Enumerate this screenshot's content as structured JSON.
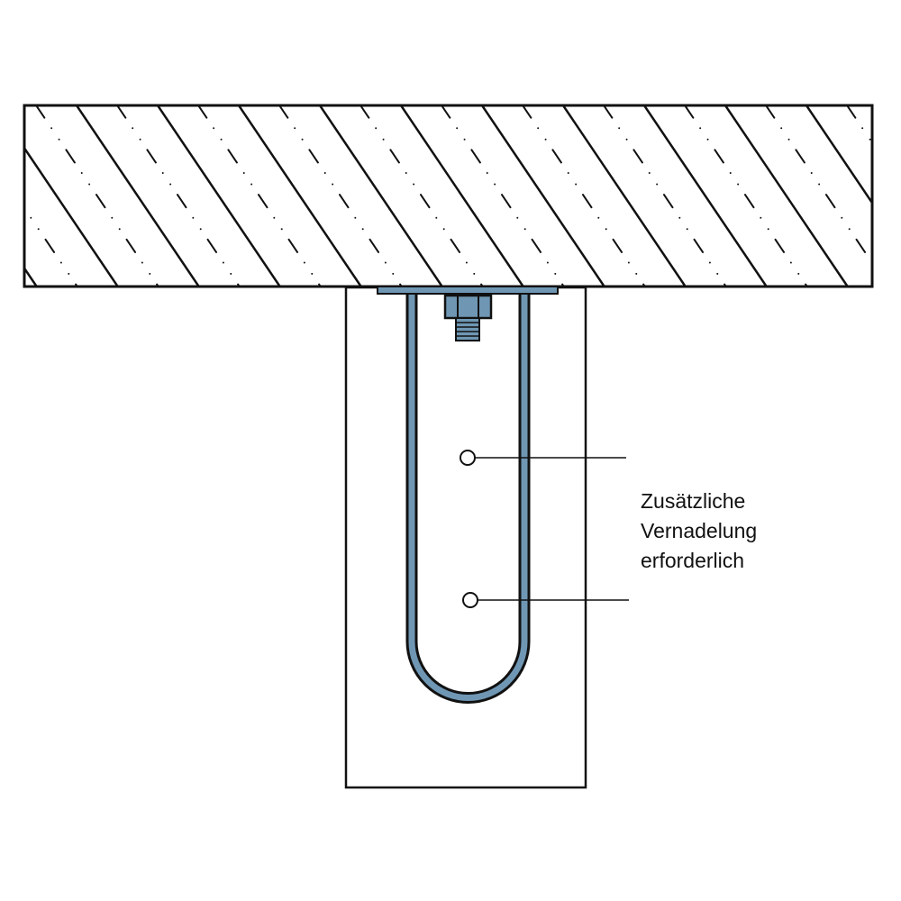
{
  "annotation": {
    "lines": [
      "Zusätzliche",
      "Vernadelung",
      "erforderlich"
    ]
  },
  "colors": {
    "steel": "#6f97b4",
    "stroke": "#111111"
  }
}
